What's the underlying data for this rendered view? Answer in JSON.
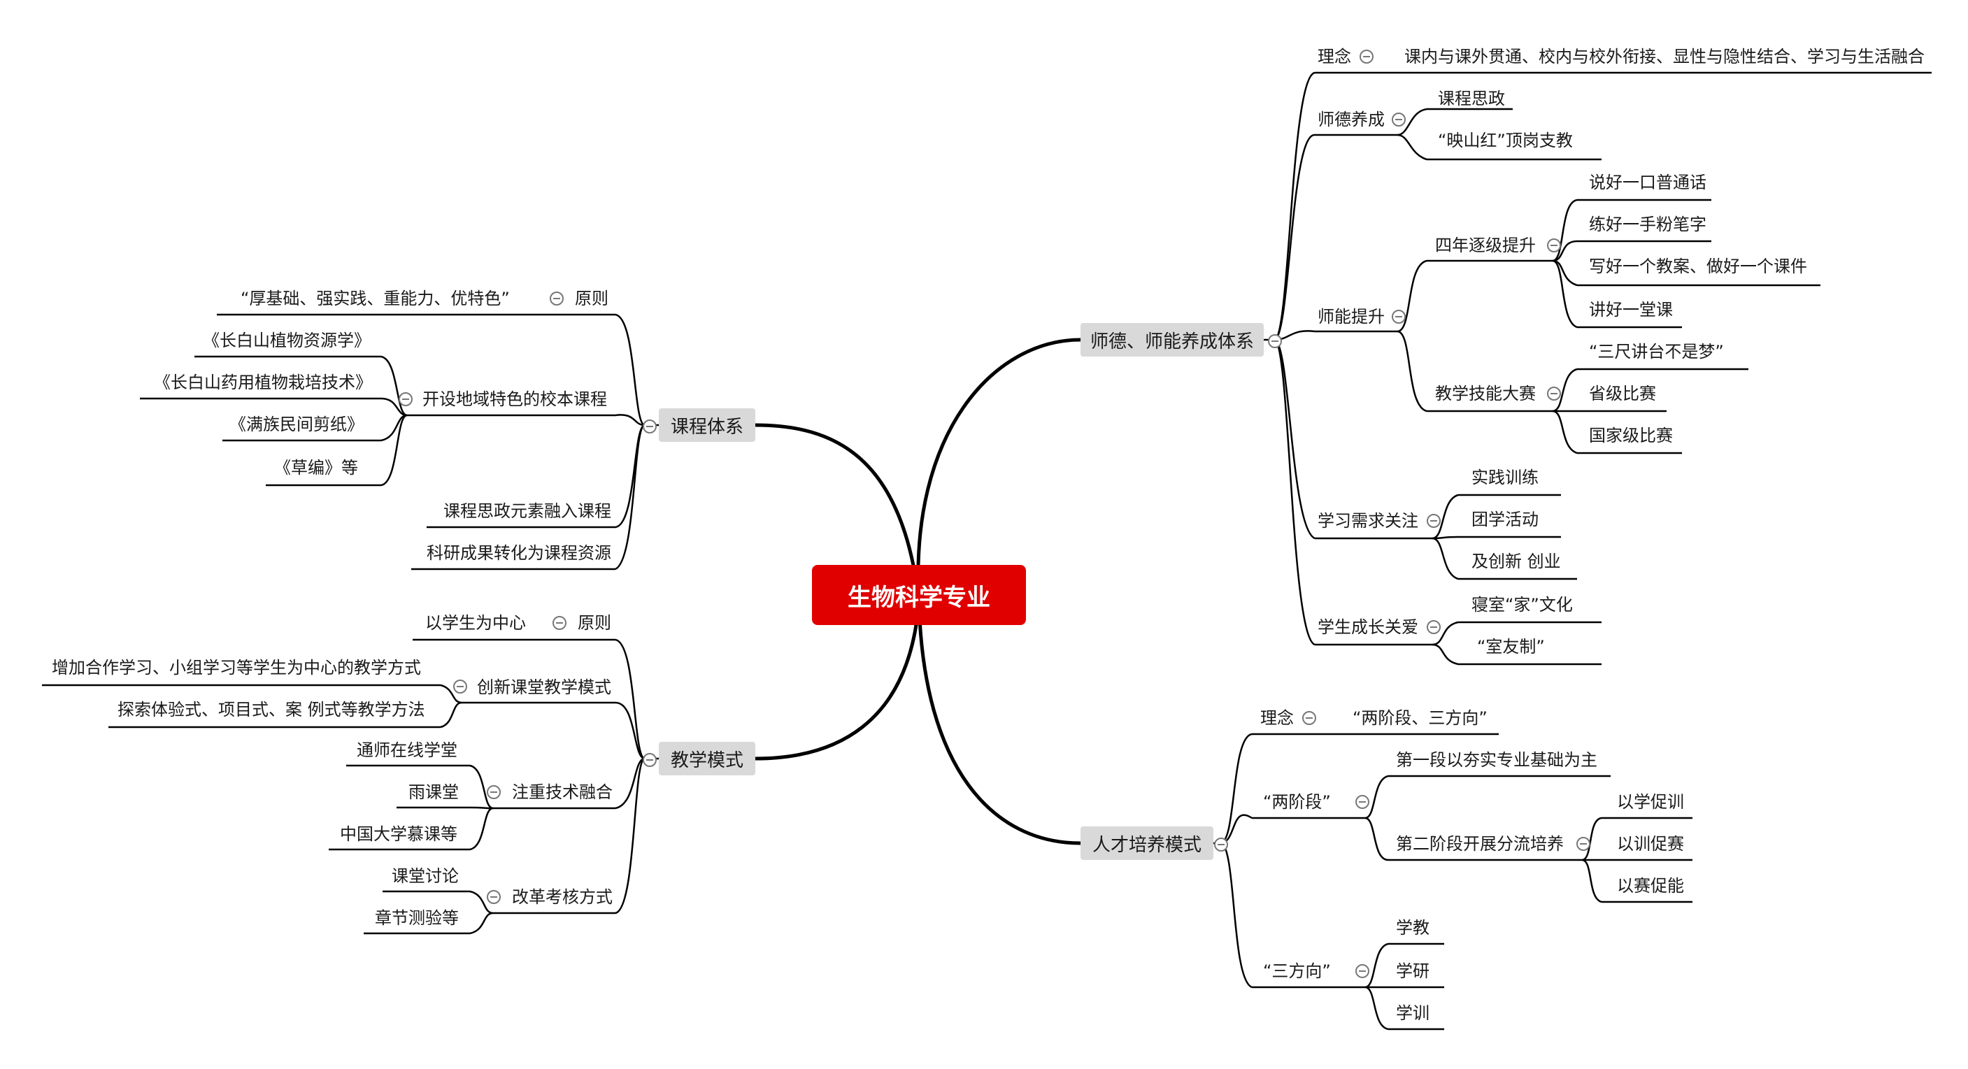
{
  "root": "生物科学专业",
  "main": {
    "shide": "师德、师能养成体系",
    "rencai": "人才培养模式",
    "kecheng": "课程体系",
    "jiaoxue": "教学模式"
  },
  "shide_branch": {
    "linian": "理念",
    "linian_text": "课内与课外贯通、校内与校外衔接、显性与隐性结合、学习与生活融合",
    "shideyangcheng": "师德养成",
    "sd_items": [
      "课程思政",
      "“映山红”顶岗支教"
    ],
    "shinengtisheng": "师能提升",
    "sinian": "四年逐级提升",
    "sinian_items": [
      "说好一口普通话",
      "练好一手粉笔字",
      "写好一个教案、做好一个课件",
      "讲好一堂课"
    ],
    "jineng": "教学技能大赛",
    "jineng_items": [
      "“三尺讲台不是梦”",
      "省级比赛",
      "国家级比赛"
    ],
    "xuexi": "学习需求关注",
    "xuexi_items": [
      "实践训练",
      "团学活动",
      "及创新 创业"
    ],
    "chengzhang": "学生成长关爱",
    "chengzhang_items": [
      "寝室“家”文化",
      "“室友制”"
    ]
  },
  "rencai_branch": {
    "linian": "理念",
    "linian_text": "“两阶段、三方向”",
    "liangjieduan": "“两阶段”",
    "stage1": "第一段以夯实专业基础为主",
    "stage2": "第二阶段开展分流培养",
    "stage2_items": [
      "以学促训",
      "以训促赛",
      "以赛促能"
    ],
    "sanfangxiang": "“三方向”",
    "sanfangxiang_items": [
      "学教",
      "学研",
      "学训"
    ]
  },
  "kecheng_branch": {
    "yuanze_text": "“厚基础、强实践、重能力、优特色”",
    "yuanze": "原则",
    "kaishe": "开设地域特色的校本课程",
    "kaishe_items": [
      "《长白山植物资源学》",
      "《长白山药用植物栽培技术》",
      "《满族民间剪纸》",
      "《草编》等"
    ],
    "sizheng": "课程思政元素融入课程",
    "keyan": "科研成果转化为课程资源"
  },
  "jiaoxue_branch": {
    "yuanze_text": "以学生为中心",
    "yuanze": "原则",
    "chuangxin": "创新课堂教学模式",
    "chuangxin_items": [
      "增加合作学习、小组学习等学生为中心的教学方式",
      "探索体验式、项目式、案 例式等教学方法"
    ],
    "jishu": "注重技术融合",
    "jishu_items": [
      "通师在线学堂",
      "雨课堂",
      "中国大学慕课等"
    ],
    "kaohe": "改革考核方式",
    "kaohe_items": [
      "课堂讨论",
      "章节测验等"
    ]
  },
  "colors": {
    "root_bg": "#e00000",
    "main_bg": "#d9d9d9",
    "line": "#000000"
  }
}
